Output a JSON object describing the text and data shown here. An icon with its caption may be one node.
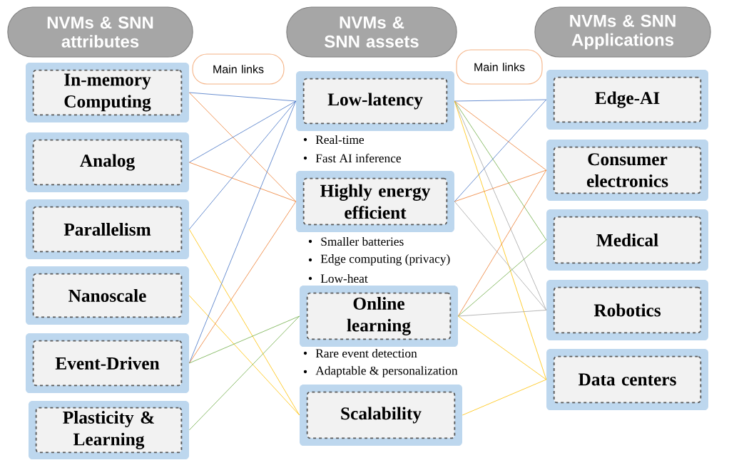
{
  "diagram": {
    "nodes": [
      {
        "text": [
          "NVMs & SNN attributes"
        ]
      },
      {
        "text": [
          "NVMs & SNN assets"
        ]
      },
      {
        "text": [
          "NVMs & SNN Applications"
        ]
      },
      {
        "text": [
          "Main links"
        ]
      },
      {
        "text": [
          "Main links"
        ]
      },
      {
        "text": [
          "In-memory Computing"
        ]
      },
      {
        "text": [
          "Analog"
        ]
      },
      {
        "text": [
          "Parallelism"
        ]
      },
      {
        "text": [
          "Nanoscale"
        ]
      },
      {
        "text": [
          "Event-Driven"
        ]
      },
      {
        "text": [
          "Plasticity & Learning"
        ]
      },
      {
        "text": [
          "Low-latency"
        ],
        "beside": [
          "Real-time",
          "Fast AI inference"
        ]
      },
      {
        "text": [
          "Highly energy efficient"
        ],
        "beside": [
          "Smaller batteries",
          "Edge computing (privacy)",
          "Low-heat"
        ]
      },
      {
        "text": [
          "Online learning"
        ],
        "beside": [
          "Rare event detection",
          "Adaptable & personalization"
        ]
      },
      {
        "text": [
          "Scalability"
        ]
      },
      {
        "text": [
          "Edge-AI"
        ]
      },
      {
        "text": [
          "Consumer electronics"
        ]
      },
      {
        "text": [
          "Medical"
        ]
      },
      {
        "text": [
          "Robotics"
        ]
      },
      {
        "text": [
          "Data centers"
        ]
      }
    ],
    "edges": [
      {
        "from": 5,
        "to": 11,
        "arrow": "none",
        "color": "#4472c4"
      },
      {
        "from": 5,
        "to": 12,
        "arrow": "none",
        "color": "#ed7d31"
      },
      {
        "from": 6,
        "to": 11,
        "arrow": "none",
        "color": "#4472c4"
      },
      {
        "from": 6,
        "to": 12,
        "arrow": "none",
        "color": "#ed7d31"
      },
      {
        "from": 7,
        "to": 11,
        "arrow": "none",
        "color": "#4472c4"
      },
      {
        "from": 7,
        "to": 14,
        "arrow": "none",
        "color": "#ffc000"
      },
      {
        "from": 8,
        "to": 14,
        "arrow": "none",
        "color": "#ffc000"
      },
      {
        "from": 9,
        "to": 11,
        "arrow": "none",
        "color": "#4472c4"
      },
      {
        "from": 9,
        "to": 12,
        "arrow": "none",
        "color": "#ed7d31"
      },
      {
        "from": 9,
        "to": 13,
        "arrow": "none",
        "color": "#70ad47"
      },
      {
        "from": 10,
        "to": 13,
        "arrow": "none",
        "color": "#70ad47"
      },
      {
        "from": 11,
        "to": 15,
        "arrow": "none",
        "color": "#4472c4"
      },
      {
        "from": 11,
        "to": 16,
        "arrow": "none",
        "color": "#ed7d31"
      },
      {
        "from": 11,
        "to": 17,
        "arrow": "none",
        "color": "#70ad47"
      },
      {
        "from": 11,
        "to": 18,
        "arrow": "none",
        "color": "#a5a5a5"
      },
      {
        "from": 11,
        "to": 19,
        "arrow": "none",
        "color": "#ffc000"
      },
      {
        "from": 12,
        "to": 15,
        "arrow": "none",
        "color": "#4472c4"
      },
      {
        "from": 12,
        "to": 16,
        "arrow": "none",
        "color": "#ed7d31"
      },
      {
        "from": 12,
        "to": 18,
        "arrow": "none",
        "color": "#a5a5a5"
      },
      {
        "from": 13,
        "to": 16,
        "arrow": "none",
        "color": "#ed7d31"
      },
      {
        "from": 13,
        "to": 17,
        "arrow": "none",
        "color": "#70ad47"
      },
      {
        "from": 13,
        "to": 18,
        "arrow": "none",
        "color": "#a5a5a5"
      },
      {
        "from": 13,
        "to": 19,
        "arrow": "none",
        "color": "#ffc000"
      },
      {
        "from": 14,
        "to": 19,
        "arrow": "none",
        "color": "#ffc000"
      }
    ]
  }
}
